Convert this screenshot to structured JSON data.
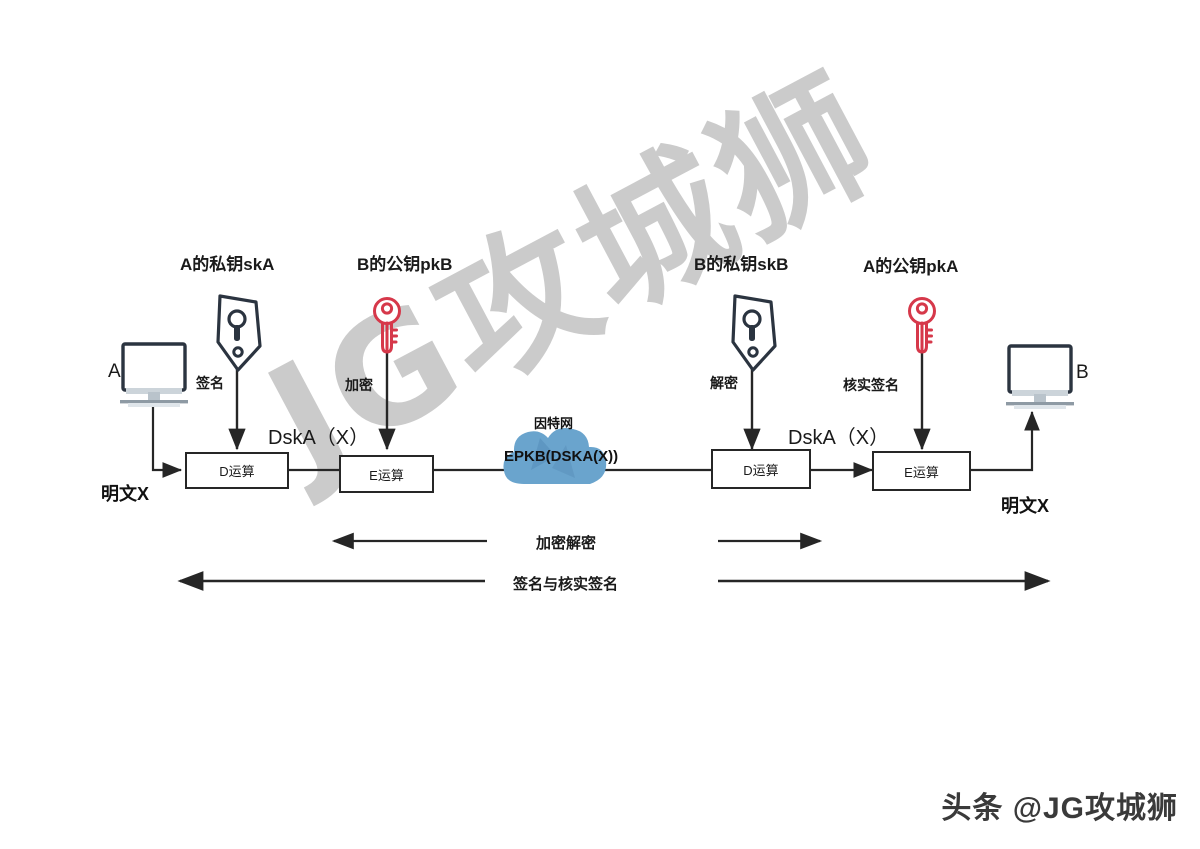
{
  "diagram": {
    "title_watermark": "JG攻城狮",
    "footer_watermark": "头条 @JG攻城狮",
    "colors": {
      "private_key": "#2b3440",
      "public_key": "#d6384a",
      "cloud": "#6aa4cd",
      "line": "#262626",
      "monitor_bezel": "#2b3440",
      "watermark": "#c9c9c9"
    },
    "endpoints": {
      "sender_label": "A",
      "receiver_label": "B",
      "sender_plaintext": "明文X",
      "receiver_plaintext": "明文X"
    },
    "keys": [
      {
        "id": "skA",
        "title": "A的私钥skA",
        "action": "签名",
        "type": "private"
      },
      {
        "id": "pkB",
        "title": "B的公钥pkB",
        "action": "加密",
        "type": "public"
      },
      {
        "id": "skB",
        "title": "B的私钥skB",
        "action": "解密",
        "type": "private"
      },
      {
        "id": "pkA",
        "title": "A的公钥pkA",
        "action": "核实签名",
        "type": "public"
      }
    ],
    "operations": [
      {
        "id": "op1",
        "label": "D运算"
      },
      {
        "id": "op2",
        "label": "E运算"
      },
      {
        "id": "op3",
        "label": "D运算"
      },
      {
        "id": "op4",
        "label": "E运算"
      }
    ],
    "formulas": {
      "left_signed": "DskA（X）",
      "right_signed": "DskA（X）"
    },
    "network": {
      "label": "因特网",
      "payload": "EPKB(DSKA(X))"
    },
    "flows": [
      {
        "id": "encrypt-decrypt",
        "label": "加密解密"
      },
      {
        "id": "sign-verify",
        "label": "签名与核实签名"
      }
    ]
  }
}
